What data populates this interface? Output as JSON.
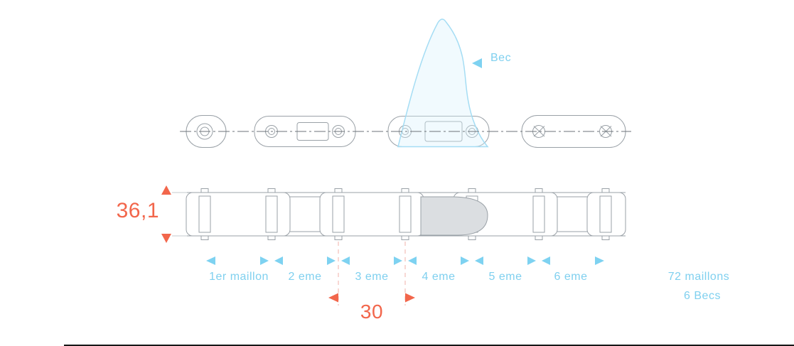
{
  "colors": {
    "accent_orange": "#f2664b",
    "accent_blue": "#7fd0ef",
    "drawing_line": "#9aa1a7",
    "bec_base_fill": "#dbdee1",
    "pitch_extension_line": "#f0b2a9"
  },
  "top_view": {
    "bec_label": "Bec"
  },
  "dimensions": {
    "height": "36,1",
    "pitch": "30"
  },
  "segments": [
    "1er maillon",
    "2 eme",
    "3 eme",
    "4 eme",
    "5 eme",
    "6 eme"
  ],
  "totals": {
    "links": "72 maillons",
    "becs": "6 Becs"
  }
}
